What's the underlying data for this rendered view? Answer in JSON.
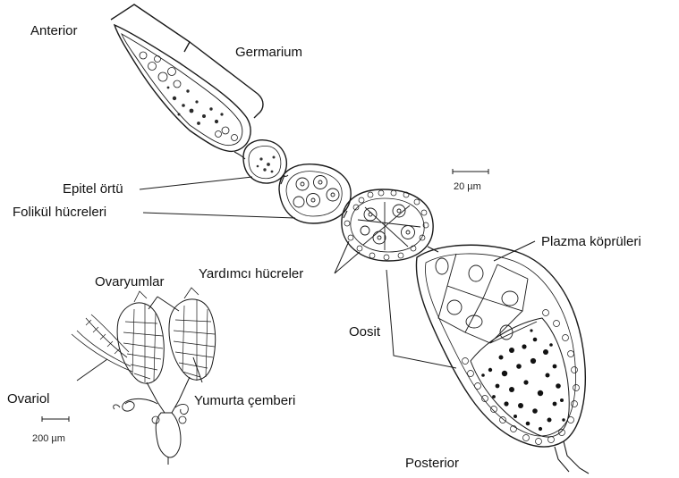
{
  "labels": {
    "anterior": "Anterior",
    "germarium": "Germarium",
    "epitel_ortu": "Epitel örtü",
    "folikul_hucreleri": "Folikül hücreleri",
    "yardimci_hucreler": "Yardımcı hücreler",
    "plazma_kopruleri": "Plazma köprüleri",
    "oosit": "Oosit",
    "posterior": "Posterior",
    "ovaryumlar": "Ovaryumlar",
    "ovariol": "Ovariol",
    "yumurta_cemberi": "Yumurta çemberi"
  },
  "scale_bars": {
    "main": "20 µm",
    "inset": "200 µm"
  }
}
